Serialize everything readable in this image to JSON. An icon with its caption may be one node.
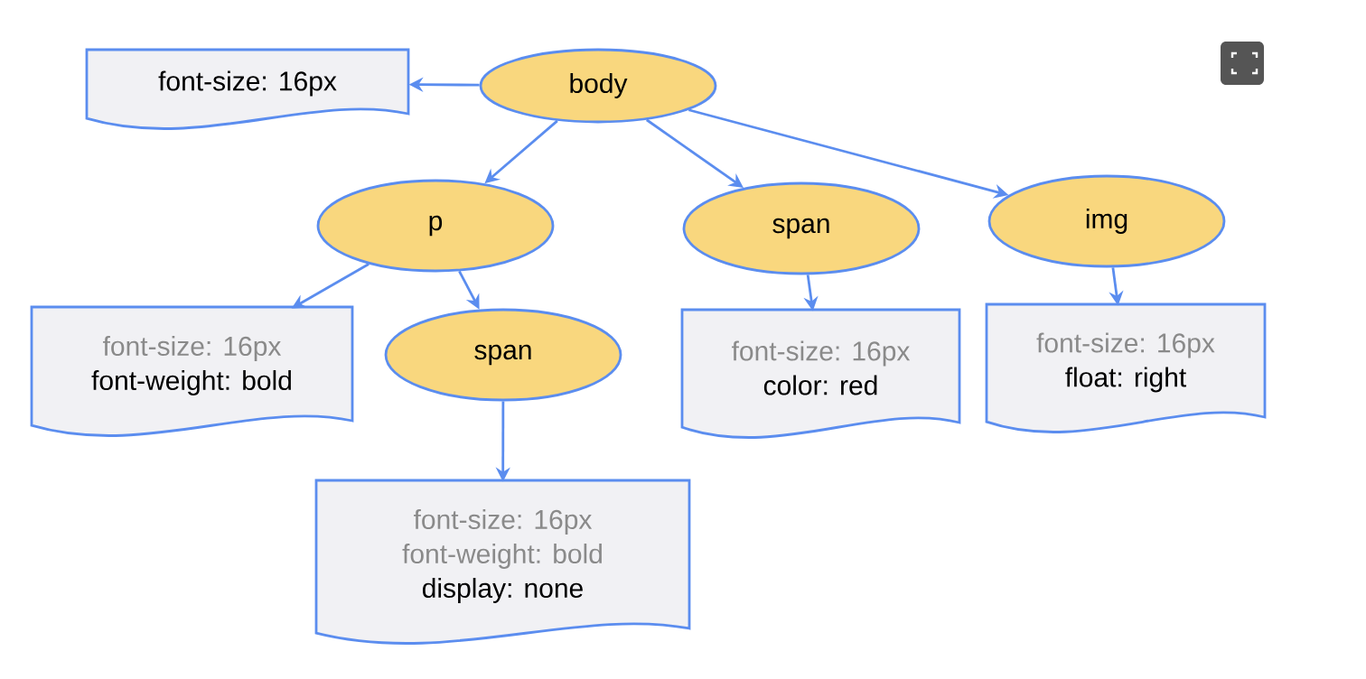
{
  "diagram": {
    "nodes": [
      {
        "text": [
          "body"
        ]
      },
      {
        "text": [
          "font-size: 16px"
        ]
      },
      {
        "text": [
          "p"
        ]
      },
      {
        "text": [
          "span"
        ]
      },
      {
        "text": [
          "img"
        ]
      },
      {
        "text": [
          "font-size: 16px",
          "font-weight: bold"
        ]
      },
      {
        "text": [
          "span"
        ]
      },
      {
        "text": [
          "font-size: 16px",
          "color: red"
        ]
      },
      {
        "text": [
          "font-size: 16px",
          "float: right"
        ]
      },
      {
        "text": [
          "font-size: 16px",
          "font-weight: bold",
          "display: none"
        ]
      }
    ],
    "edges": [
      {
        "from": 0,
        "to": 1,
        "arrow": "to"
      },
      {
        "from": 0,
        "to": 2,
        "arrow": "to"
      },
      {
        "from": 0,
        "to": 3,
        "arrow": "to"
      },
      {
        "from": 0,
        "to": 4,
        "arrow": "to"
      },
      {
        "from": 2,
        "to": 5,
        "arrow": "to"
      },
      {
        "from": 2,
        "to": 6,
        "arrow": "to"
      },
      {
        "from": 3,
        "to": 7,
        "arrow": "to"
      },
      {
        "from": 4,
        "to": 8,
        "arrow": "to"
      },
      {
        "from": 6,
        "to": 9,
        "arrow": "to"
      }
    ]
  }
}
